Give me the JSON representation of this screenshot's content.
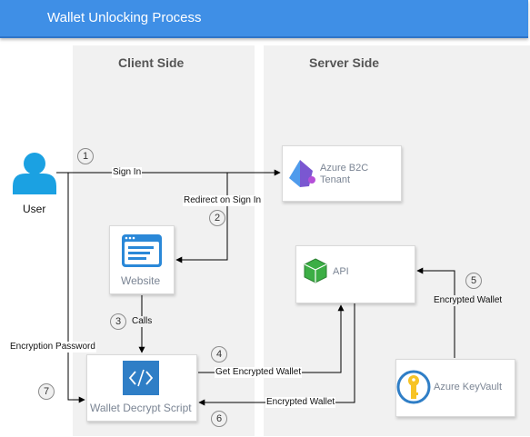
{
  "header": {
    "title": "Wallet Unlocking Process"
  },
  "lanes": {
    "client": {
      "title": "Client Side"
    },
    "server": {
      "title": "Server Side"
    }
  },
  "nodes": {
    "user": {
      "label": "User"
    },
    "website": {
      "label": "Website"
    },
    "wallet_decrypt": {
      "label": "Wallet Decrypt Script"
    },
    "azure_b2c": {
      "line1": "Azure B2C",
      "line2": "Tenant"
    },
    "api": {
      "label": "API"
    },
    "keyvault": {
      "label": "Azure KeyVault"
    }
  },
  "steps": [
    "1",
    "2",
    "3",
    "4",
    "5",
    "6",
    "7"
  ],
  "edges": {
    "sign_in": "Sign In",
    "redirect": "Redirect on Sign In",
    "calls": "Calls",
    "get_encrypted_wallet": "Get Encrypted Wallet",
    "encrypted_wallet_keyvault": "Encrypted Wallet",
    "encrypted_wallet_api": "Encrypted Wallet",
    "encryption_password": "Encryption Password"
  },
  "colors": {
    "header": "#3f8fe6",
    "lane": "#f1f1f1",
    "user_icon": "#1ba1e2",
    "website_icon": "#2a88d8",
    "script_icon": "#2f7ec6",
    "api_icon": "#3cae45",
    "key_icon": "#f7c325",
    "b2c_icon": "#7a57d1"
  }
}
